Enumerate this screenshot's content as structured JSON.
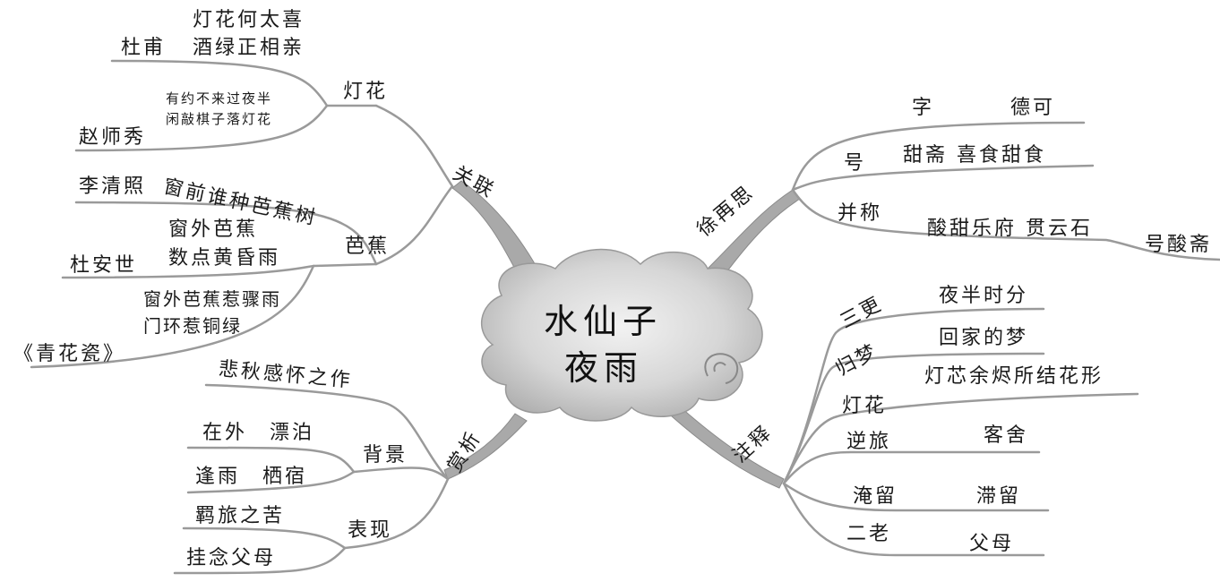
{
  "center": {
    "line1": "水仙子",
    "line2": "夜雨"
  },
  "guanlian": {
    "label": "关联",
    "denghua": {
      "label": "灯花",
      "dufu": {
        "author": "杜甫",
        "line1": "灯花何太喜",
        "line2": "酒绿正相亲"
      },
      "zhao": {
        "author": "赵师秀",
        "line1": "有约不来过夜半",
        "line2": "闲敲棋子落灯花"
      }
    },
    "bajiao": {
      "label": "芭蕉",
      "li": {
        "author": "李清照",
        "text": "窗前谁种芭蕉树"
      },
      "du": {
        "author": "杜安世",
        "line1": "窗外芭蕉",
        "line2": "数点黄昏雨"
      },
      "qhc": {
        "author": "《青花瓷》",
        "line1": "窗外芭蕉惹骤雨",
        "line2": "门环惹铜绿"
      }
    }
  },
  "xu": {
    "label": "徐再思",
    "zi": {
      "k": "字",
      "v": "德可"
    },
    "hao": {
      "k": "号",
      "v": "甜斋 喜食甜食"
    },
    "bing": {
      "k": "并称",
      "v": "酸甜乐府 贯云石",
      "extra": "号酸斋"
    }
  },
  "shangxi": {
    "label": "赏析",
    "top": "悲秋感怀之作",
    "beijing": {
      "label": "背景",
      "a": "在外　漂泊",
      "b": "逢雨　栖宿"
    },
    "biaoxian": {
      "label": "表现",
      "a": "羁旅之苦",
      "b": "挂念父母"
    }
  },
  "zhushi": {
    "label": "注释",
    "items": [
      {
        "k": "三更",
        "v": "夜半时分"
      },
      {
        "k": "归梦",
        "v": "回家的梦"
      },
      {
        "k": "灯花",
        "v": "灯芯余烬所结花形"
      },
      {
        "k": "逆旅",
        "v": "客舍"
      },
      {
        "k": "淹留",
        "v": "滞留"
      },
      {
        "k": "二老",
        "v": "父母"
      }
    ]
  }
}
